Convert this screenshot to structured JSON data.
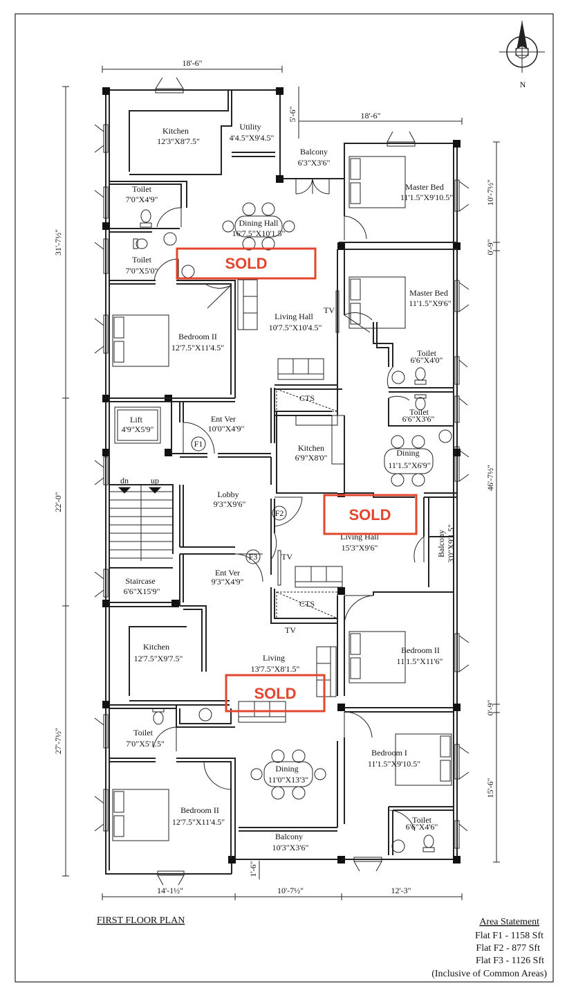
{
  "sheet": {
    "title": "FIRST FLOOR PLAN",
    "north_label": "N",
    "area_statement": {
      "heading": "Area Statement",
      "lines": [
        "Flat F1 - 1158 Sft",
        "Flat F2 - 877 Sft",
        "Flat F3 - 1126 Sft",
        "(Inclusive of Common Areas)"
      ]
    }
  },
  "sold_label": "SOLD",
  "rooms": {
    "kitchen_f1": {
      "name": "Kitchen",
      "size": "12'3\"X8'7.5\""
    },
    "utility": {
      "name": "Utility",
      "size": "4'4.5\"X9'4.5\""
    },
    "balcony_f1": {
      "name": "Balcony",
      "size": "6'3\"X3'6\""
    },
    "master_bed_1": {
      "name": "Master Bed",
      "size": "11'1.5\"X9'10.5\""
    },
    "toilet_f1a": {
      "name": "Toilet",
      "size": "7'0\"X4'9\""
    },
    "toilet_f1b": {
      "name": "Toilet",
      "size": "7'0\"X5'0\""
    },
    "dining_hall": {
      "name": "Dining Hall",
      "size": "16'7.5\"X10'1.5\""
    },
    "master_bed_2": {
      "name": "Master Bed",
      "size": "11'1.5\"X9'6\""
    },
    "living_hall_f1": {
      "name": "Living Hall",
      "size": "10'7.5\"X10'4.5\""
    },
    "bedroom2_f1": {
      "name": "Bedroom II",
      "size": "12'7.5\"X11'4.5\""
    },
    "toilet_f2a": {
      "name": "Toilet",
      "size": "6'6\"X4'0\""
    },
    "toilet_f2b": {
      "name": "Toilet",
      "size": "6'6\"X3'6\""
    },
    "lift": {
      "name": "Lift",
      "size": "4'9\"X5'9\""
    },
    "ent_ver_f1": {
      "name": "Ent Ver",
      "size": "10'0\"X4'9\""
    },
    "kitchen_f2": {
      "name": "Kitchen",
      "size": "6'9\"X8'0\""
    },
    "dining_f2": {
      "name": "Dining",
      "size": "11'1.5\"X6'9\""
    },
    "lobby": {
      "name": "Lobby",
      "size": "9'3\"X9'6\""
    },
    "living_hall_f2": {
      "name": "Living Hall",
      "size": "15'3\"X9'6\""
    },
    "balcony_f2": {
      "name": "Balcony",
      "size": "3'0\"X9'1.5\""
    },
    "ent_ver_f3": {
      "name": "Ent Ver",
      "size": "9'3\"X4'9\""
    },
    "staircase": {
      "name": "Staircase",
      "size": "6'6\"X15'9\""
    },
    "kitchen_f3": {
      "name": "Kitchen",
      "size": "12'7.5\"X9'7.5\""
    },
    "living_f3": {
      "name": "Living",
      "size": "13'7.5\"X8'1.5\""
    },
    "bedroom2_f2": {
      "name": "Bedroom II",
      "size": "11'1.5\"X11'6\""
    },
    "toilet_f3a": {
      "name": "Toilet",
      "size": "7'0\"X5'1.5\""
    },
    "bedroom1_f3": {
      "name": "Bedroom I",
      "size": "11'1.5\"X9'10.5\""
    },
    "dining_f3": {
      "name": "Dining",
      "size": "11'0\"X13'3\""
    },
    "bedroom2_f3": {
      "name": "Bedroom II",
      "size": "12'7.5\"X11'4.5\""
    },
    "toilet_f3b": {
      "name": "Toilet",
      "size": "6'6\"X4'6\""
    },
    "balcony_f3": {
      "name": "Balcony",
      "size": "10'3\"X3'6\""
    }
  },
  "marks": {
    "tv": "TV",
    "cts": "CTS",
    "dn": "dn",
    "up": "up",
    "flat1": "F1",
    "flat2": "F2",
    "flat3": "F3"
  },
  "dimensions": {
    "top_width": "18'-6\"",
    "top_right": "18'-6\"",
    "top_offset": "5'-6\"",
    "left_upper": "31'-7½\"",
    "left_middle": "22'-0\"",
    "left_lower": "27'-7½\"",
    "right_top": "10'-7½\"",
    "right_gap1": "0'-9\"",
    "right_middle": "46'-7½\"",
    "right_gap2": "0'-9\"",
    "right_bottom": "15'-6\"",
    "bottom_left": "14'-1½\"",
    "bottom_middle": "10'-7½\"",
    "bottom_right": "12'-3\"",
    "bottom_offset": "1'-6\""
  }
}
